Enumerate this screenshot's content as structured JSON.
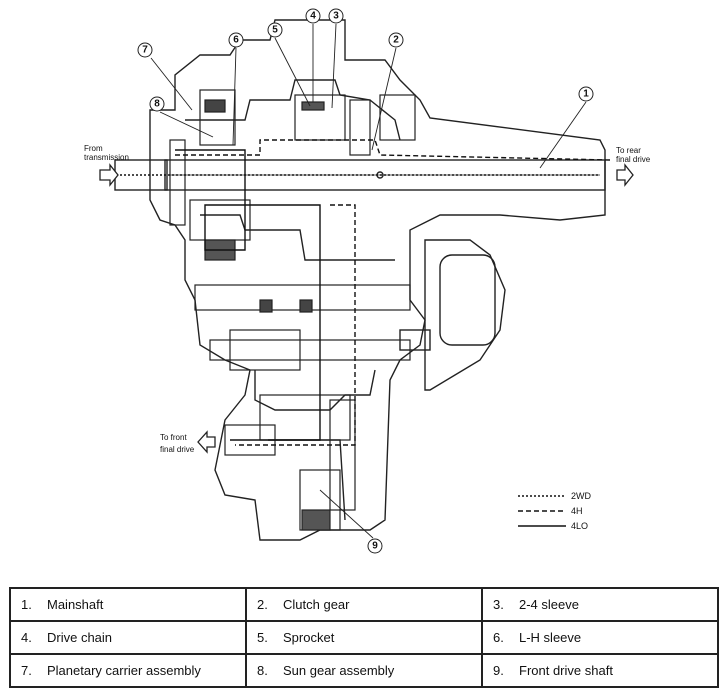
{
  "callouts": [
    {
      "num": "1"
    },
    {
      "num": "2"
    },
    {
      "num": "3"
    },
    {
      "num": "4"
    },
    {
      "num": "5"
    },
    {
      "num": "6"
    },
    {
      "num": "7"
    },
    {
      "num": "8"
    },
    {
      "num": "9"
    }
  ],
  "flow_labels": {
    "from_transmission": [
      "From",
      "transmission"
    ],
    "to_rear": [
      "To rear",
      "final drive"
    ],
    "to_front": [
      "To front",
      "final drive"
    ]
  },
  "legend": [
    {
      "label": "2WD",
      "style": "dotted"
    },
    {
      "label": "4H",
      "style": "dashed"
    },
    {
      "label": "4LO",
      "style": "solid"
    }
  ],
  "parts_table": [
    [
      {
        "num": "1.",
        "name": "Mainshaft"
      },
      {
        "num": "2.",
        "name": "Clutch gear"
      },
      {
        "num": "3.",
        "name": "2-4 sleeve"
      }
    ],
    [
      {
        "num": "4.",
        "name": "Drive chain"
      },
      {
        "num": "5.",
        "name": "Sprocket"
      },
      {
        "num": "6.",
        "name": "L-H sleeve"
      }
    ],
    [
      {
        "num": "7.",
        "name": "Planetary carrier assembly"
      },
      {
        "num": "8.",
        "name": "Sun gear assembly"
      },
      {
        "num": "9.",
        "name": "Front drive shaft"
      }
    ]
  ]
}
